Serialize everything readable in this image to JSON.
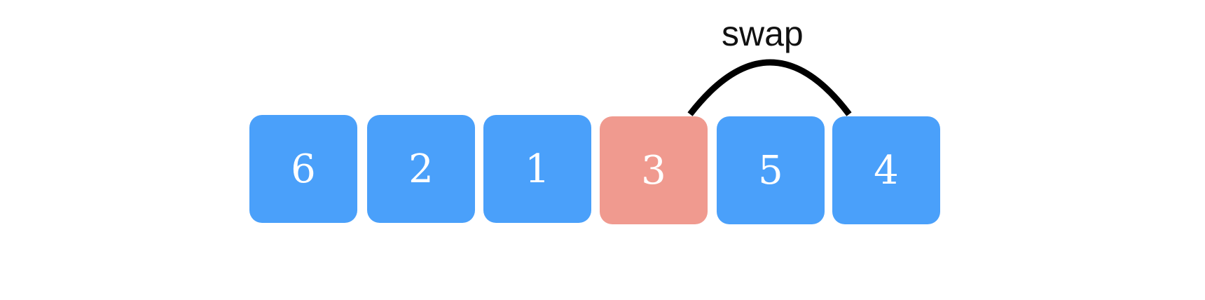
{
  "swap": {
    "label": "swap",
    "from_index": 3,
    "to_index": 5
  },
  "boxes": [
    {
      "value": "6",
      "color": "#4aa0fa"
    },
    {
      "value": "2",
      "color": "#4aa0fa"
    },
    {
      "value": "1",
      "color": "#4aa0fa"
    },
    {
      "value": "3",
      "color": "#f09a8f"
    },
    {
      "value": "5",
      "color": "#4aa0fa"
    },
    {
      "value": "4",
      "color": "#4aa0fa"
    }
  ],
  "colors": {
    "default_box": "#4aa0fa",
    "highlight_box": "#f09a8f",
    "arc": "#000000"
  }
}
